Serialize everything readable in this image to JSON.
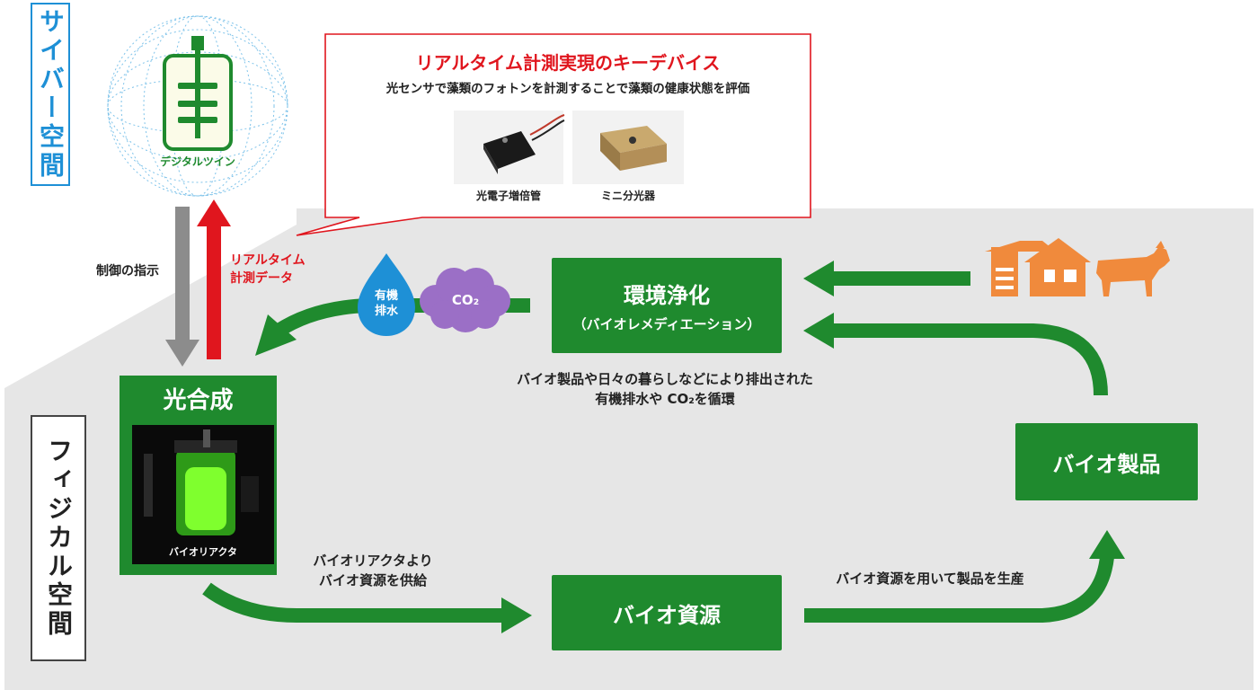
{
  "labels": {
    "cyber_space": "サイバー空間",
    "physical_space": "フィジカル空間"
  },
  "digital_twin": {
    "caption": "デジタルツイン"
  },
  "arrows": {
    "control": "制御の指示",
    "realtime_line1": "リアルタイム",
    "realtime_line2": "計測データ"
  },
  "callout": {
    "title": "リアルタイム計測実現のキーデバイス",
    "subtitle": "光センサで藻類のフォトンを計測することで藻類の健康状態を評価",
    "device1": "光電子増倍管",
    "device2": "ミニ分光器"
  },
  "env": {
    "title": "環境浄化",
    "subtitle": "（バイオレメディエーション）",
    "desc_line1": "バイオ製品や日々の暮らしなどにより排出された",
    "desc_line2": "有機排水や CO₂を循環"
  },
  "drop": {
    "line1": "有機",
    "line2": "排水"
  },
  "co2": "CO₂",
  "photosynthesis": {
    "title": "光合成",
    "reactor": "バイオリアクタ"
  },
  "supply": {
    "line1": "バイオリアクタより",
    "line2": "バイオ資源を供給"
  },
  "bio_resource": "バイオ資源",
  "produce": "バイオ資源を用いて製品を生産",
  "bio_product": "バイオ製品",
  "colors": {
    "green": "#1f8a2e",
    "red": "#e0161e",
    "blue": "#1e90d6",
    "orange": "#f08a3c",
    "purple": "#9b6fc6",
    "gray_bg": "#e6e6e6"
  }
}
